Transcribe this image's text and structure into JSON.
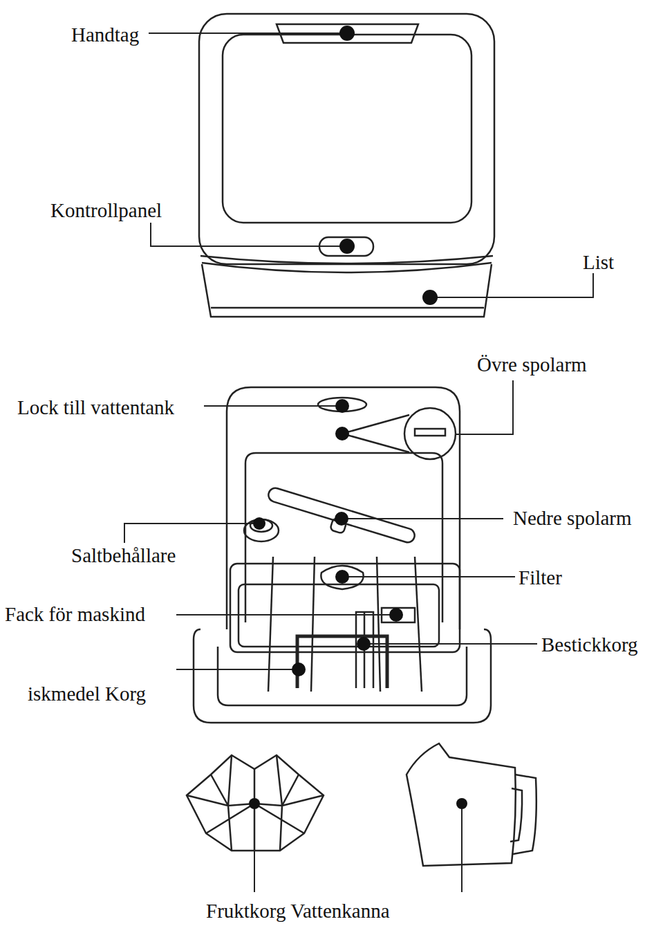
{
  "diagram": {
    "labels": [
      "Handtag",
      "Kontrollpanel",
      "List",
      "Övre spolarm",
      "Lock till vattentank",
      "Nedre spolarm",
      "Saltbehållare",
      "Filter",
      "Fack för maskind",
      "Bestickkorg",
      "iskmedel Korg",
      "Fruktkorg Vattenkanna"
    ]
  }
}
